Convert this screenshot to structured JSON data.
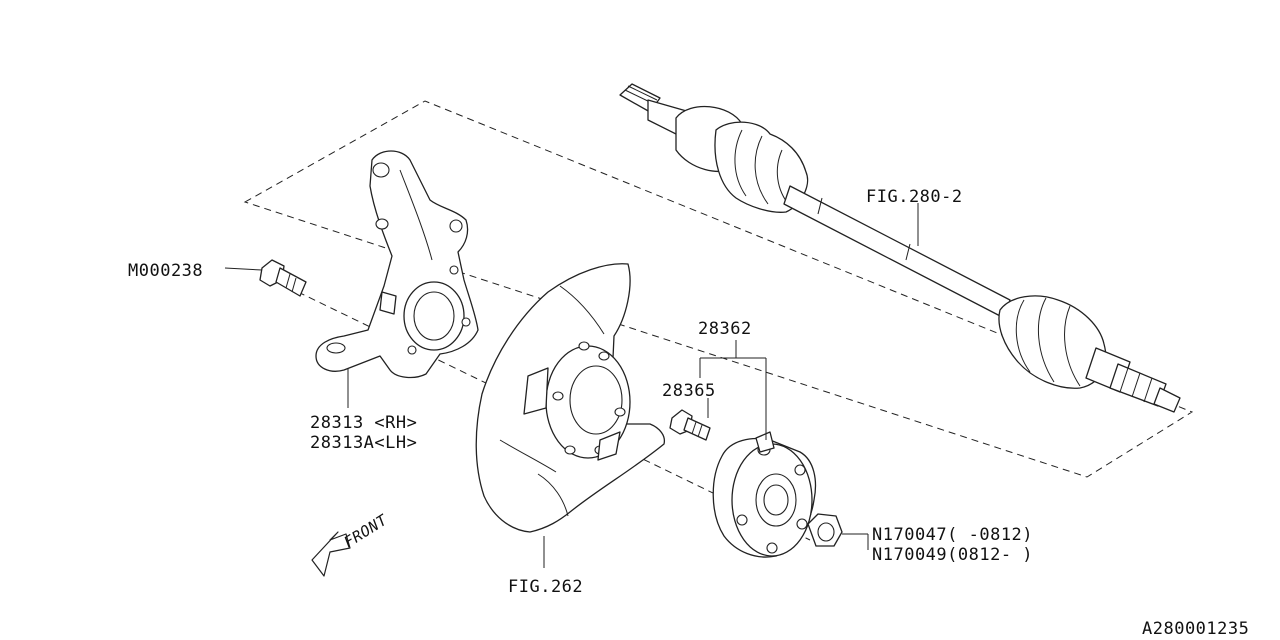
{
  "labels": {
    "fig_280_2": "FIG.280-2",
    "m000238": "M000238",
    "p28362": "28362",
    "p28365": "28365",
    "p28313_rh": "28313 <RH>",
    "p28313a_lh": "28313A<LH>",
    "n170047": "N170047( -0812)",
    "n170049": "N170049(0812- )",
    "fig_262": "FIG.262",
    "front": "FRONT",
    "diagram_id": "A280001235"
  },
  "icons": {
    "front_arrow": "front-arrow-icon"
  },
  "colors": {
    "line": "#222222",
    "background": "#ffffff"
  }
}
